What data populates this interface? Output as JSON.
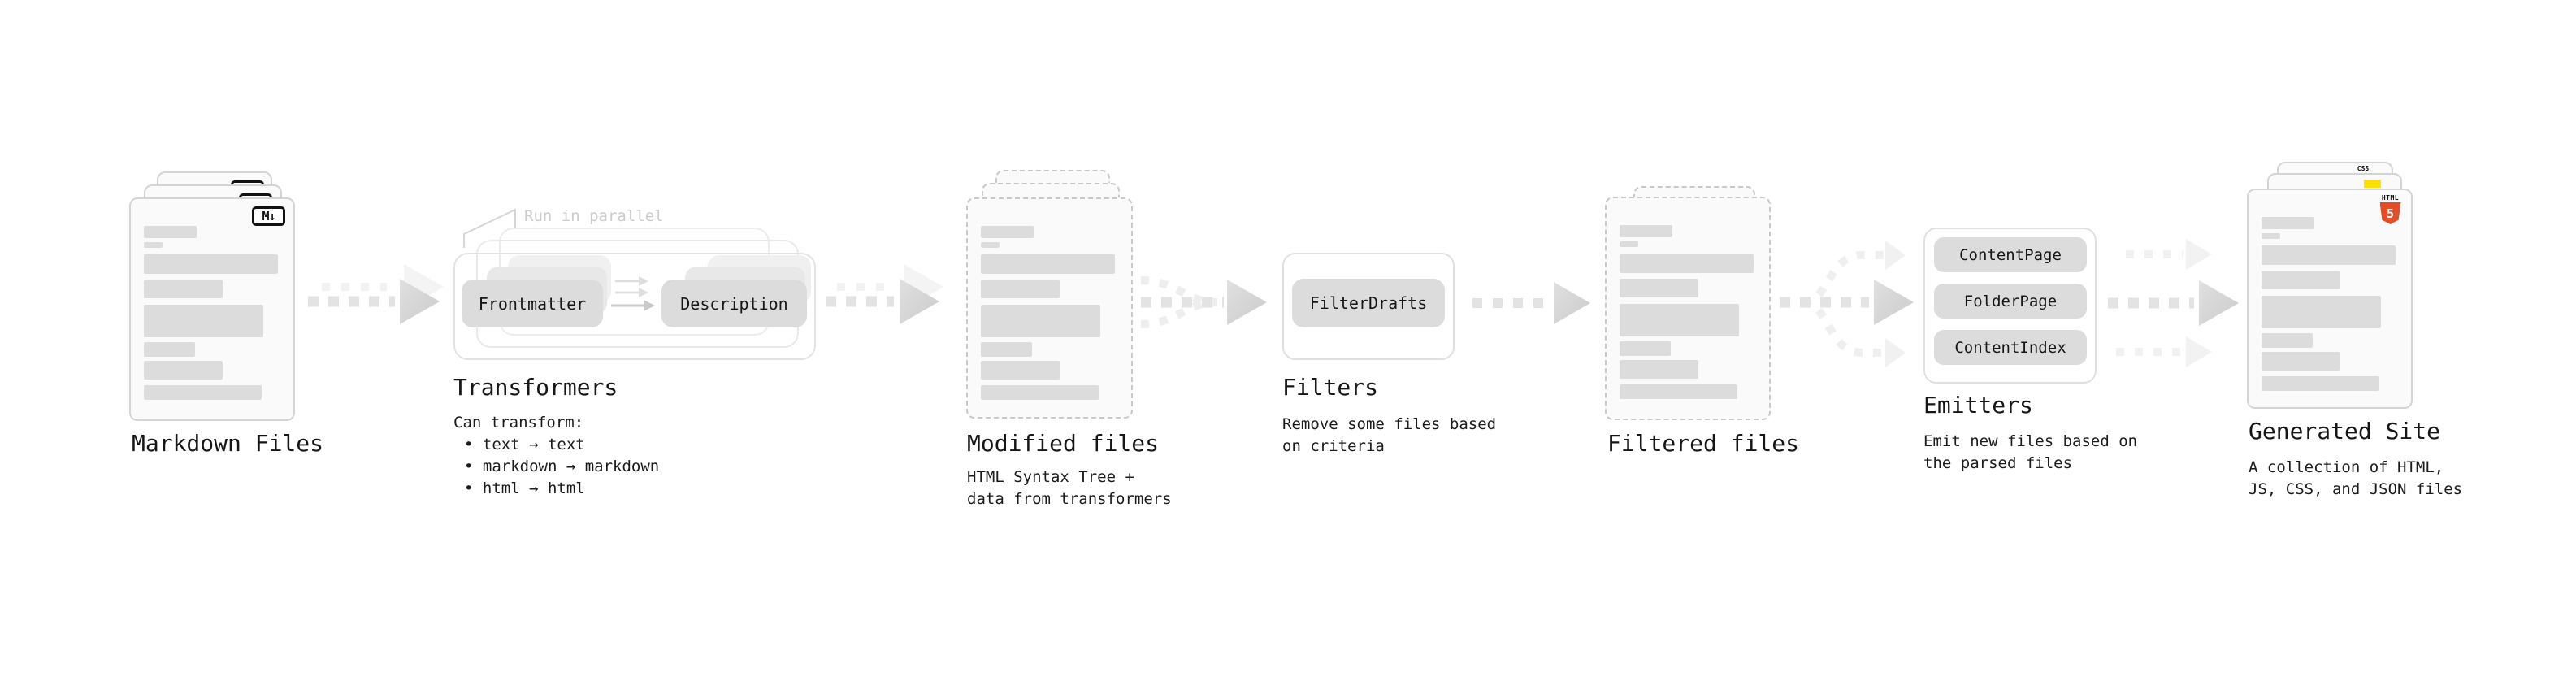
{
  "diagram": {
    "stages": {
      "markdown_files": {
        "label": "Markdown Files",
        "badge": "M↓"
      },
      "transformers": {
        "heading": "Transformers",
        "annotation": "Run in parallel",
        "input_box": "Frontmatter",
        "output_box": "Description",
        "description_title": "Can transform:",
        "bullets": [
          "• text → text",
          "• markdown → markdown",
          "• html → html"
        ]
      },
      "modified_files": {
        "label": "Modified files",
        "description": "HTML Syntax Tree +\ndata from transformers"
      },
      "filters": {
        "heading": "Filters",
        "box": "FilterDrafts",
        "description": "Remove some files based\non criteria"
      },
      "filtered_files": {
        "label": "Filtered files"
      },
      "emitters": {
        "heading": "Emitters",
        "boxes": [
          "ContentPage",
          "FolderPage",
          "ContentIndex"
        ],
        "description": "Emit new files based on\nthe parsed files"
      },
      "generated_site": {
        "label": "Generated Site",
        "description": "A collection of HTML,\nJS, CSS, and JSON files",
        "file_badges": {
          "html_label": "HTML",
          "html_number": "5",
          "css_label": "CSS"
        }
      }
    },
    "colors": {
      "html5_orange": "#e44d26",
      "css_blue": "#2965f1",
      "js_yellow": "#ffdf00",
      "card_border": "#d4d4d4",
      "dashed_border": "#c9c9c9",
      "box_fill": "#dcdcdc",
      "arrow_gray": "#d4d4d4",
      "annotation_gray": "#cccccc",
      "text": "#1b1b1b"
    }
  }
}
